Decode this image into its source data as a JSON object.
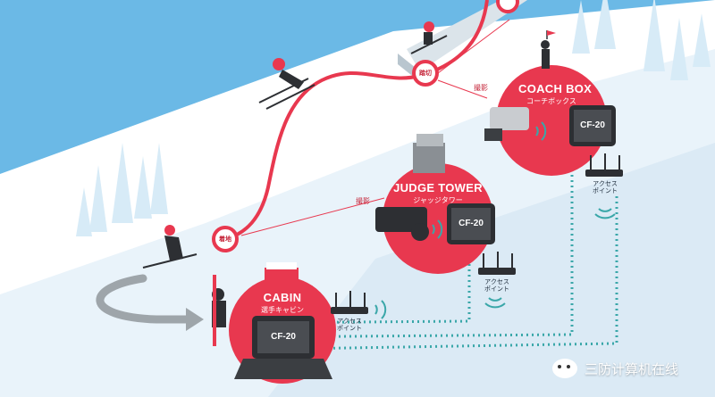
{
  "stations": {
    "coach": {
      "title": "COACH BOX",
      "subtitle": "コーチボックス",
      "device": "CF-20"
    },
    "judge": {
      "title": "JUDGE TOWER",
      "subtitle": "ジャッジタワー",
      "device": "CF-20"
    },
    "cabin": {
      "title": "CABIN",
      "subtitle": "選手キャビン",
      "device": "CF-20"
    }
  },
  "markers": {
    "takeoff": "踏切",
    "landing": "着地"
  },
  "annotations": {
    "shoot_upper": "撮影",
    "shoot_lower": "撮影"
  },
  "access_points": [
    {
      "line1": "アクセス",
      "line2": "ポイント"
    },
    {
      "line1": "アクセス",
      "line2": "ポイント"
    },
    {
      "line1": "アクセス",
      "line2": "ポイント"
    }
  ],
  "watermark": {
    "text": "三防计算机在线",
    "icon": "wechat-icon"
  },
  "colors": {
    "sky": "#6bb9e6",
    "snow": "#ffffff",
    "slope": "#e7f2fa",
    "accent": "#e8384f",
    "network": "#3aa7a9"
  }
}
